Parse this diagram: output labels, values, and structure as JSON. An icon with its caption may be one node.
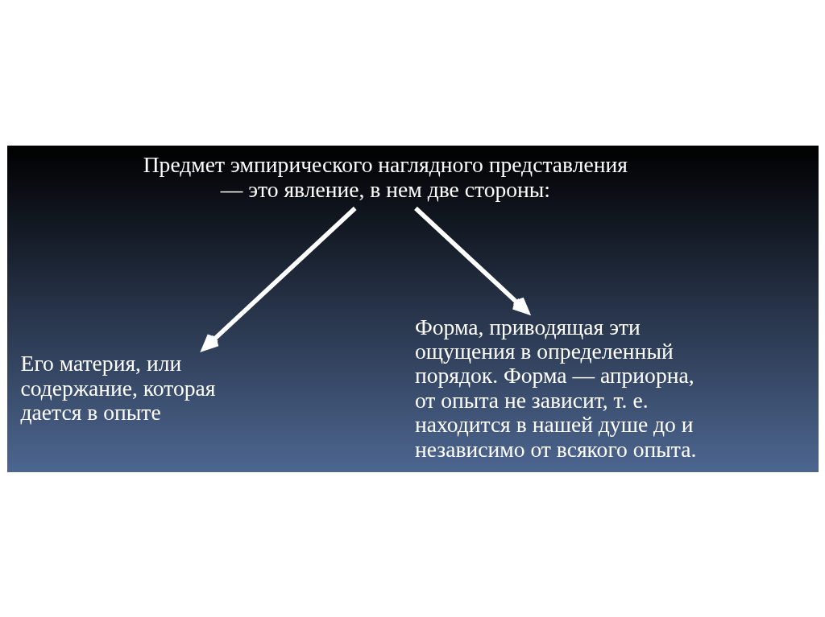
{
  "diagram": {
    "nodes": [
      {
        "text": [
          "Предмет эмпирического наглядного представления — это явление, в нем две стороны:"
        ]
      },
      {
        "text": [
          "Его материя, или содержание, которая дается в опыте"
        ]
      },
      {
        "text": [
          "Форма, приводящая эти ощущения в определенный порядок. Форма — априорна, от опыта не зависит, т. е. находится в нашей душе до и независимо от всякого опыта."
        ]
      }
    ],
    "edges": [
      {
        "from": 0,
        "to": 1,
        "arrow": "to"
      },
      {
        "from": 0,
        "to": 2,
        "arrow": "to"
      }
    ]
  }
}
